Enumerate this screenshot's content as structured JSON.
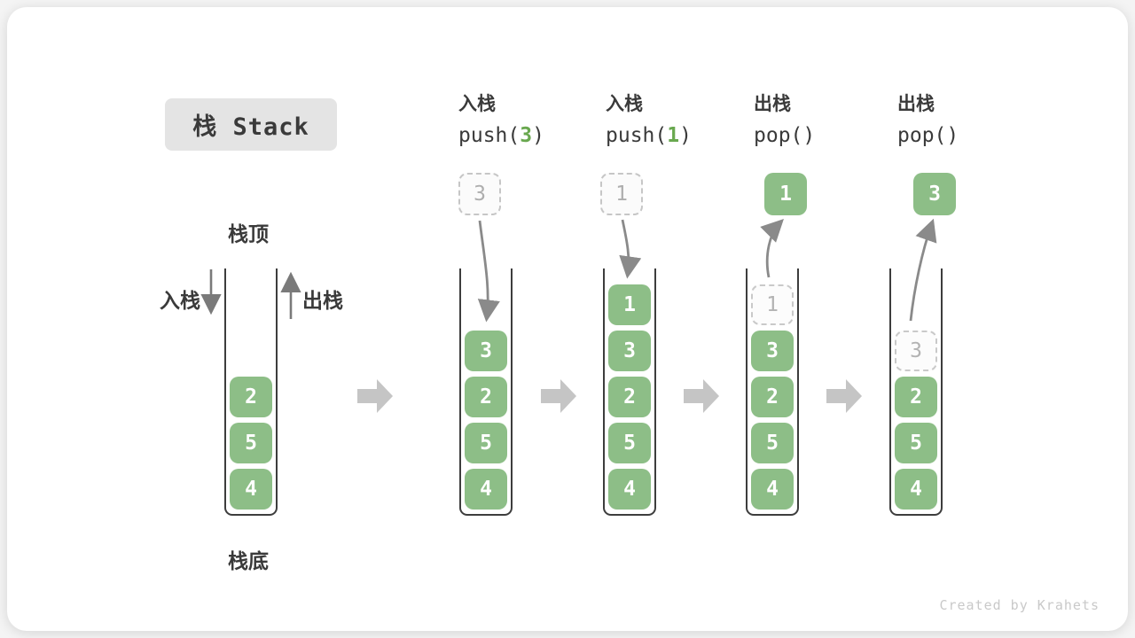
{
  "title": "栈 Stack",
  "watermark": "Created by Krahets",
  "labels": {
    "stack_top": "栈顶",
    "stack_bottom": "栈底",
    "push_side": "入栈",
    "pop_side": "出栈"
  },
  "colors": {
    "item_green": "#8dbe87",
    "arg_green": "#69a84f",
    "block_arrow_gray": "#c5c5c5",
    "curve_arrow_gray": "#8a8a8a",
    "title_bg": "#e4e4e4",
    "ghost_border": "#c9c9c9"
  },
  "stages": [
    {
      "name": "initial",
      "stack": [
        {
          "v": "2",
          "ghost": false
        },
        {
          "v": "5",
          "ghost": false
        },
        {
          "v": "4",
          "ghost": false
        }
      ]
    },
    {
      "name": "push-3",
      "op": {
        "cn": "入栈",
        "pre": "push(",
        "arg": "3",
        "post": ")"
      },
      "floating": {
        "value": "3",
        "style": "dashed"
      },
      "stack": [
        {
          "v": "3",
          "ghost": false
        },
        {
          "v": "2",
          "ghost": false
        },
        {
          "v": "5",
          "ghost": false
        },
        {
          "v": "4",
          "ghost": false
        }
      ]
    },
    {
      "name": "push-1",
      "op": {
        "cn": "入栈",
        "pre": "push(",
        "arg": "1",
        "post": ")"
      },
      "floating": {
        "value": "1",
        "style": "dashed"
      },
      "stack": [
        {
          "v": "1",
          "ghost": false
        },
        {
          "v": "3",
          "ghost": false
        },
        {
          "v": "2",
          "ghost": false
        },
        {
          "v": "5",
          "ghost": false
        },
        {
          "v": "4",
          "ghost": false
        }
      ]
    },
    {
      "name": "pop-1",
      "op": {
        "cn": "出栈",
        "pre": "pop(",
        "arg": "",
        "post": ")"
      },
      "floating": {
        "value": "1",
        "style": "solid"
      },
      "stack": [
        {
          "v": "1",
          "ghost": true
        },
        {
          "v": "3",
          "ghost": false
        },
        {
          "v": "2",
          "ghost": false
        },
        {
          "v": "5",
          "ghost": false
        },
        {
          "v": "4",
          "ghost": false
        }
      ]
    },
    {
      "name": "pop-3",
      "op": {
        "cn": "出栈",
        "pre": "pop(",
        "arg": "",
        "post": ")"
      },
      "floating": {
        "value": "3",
        "style": "solid"
      },
      "stack": [
        {
          "v": "3",
          "ghost": true
        },
        {
          "v": "2",
          "ghost": false
        },
        {
          "v": "5",
          "ghost": false
        },
        {
          "v": "4",
          "ghost": false
        }
      ]
    }
  ]
}
